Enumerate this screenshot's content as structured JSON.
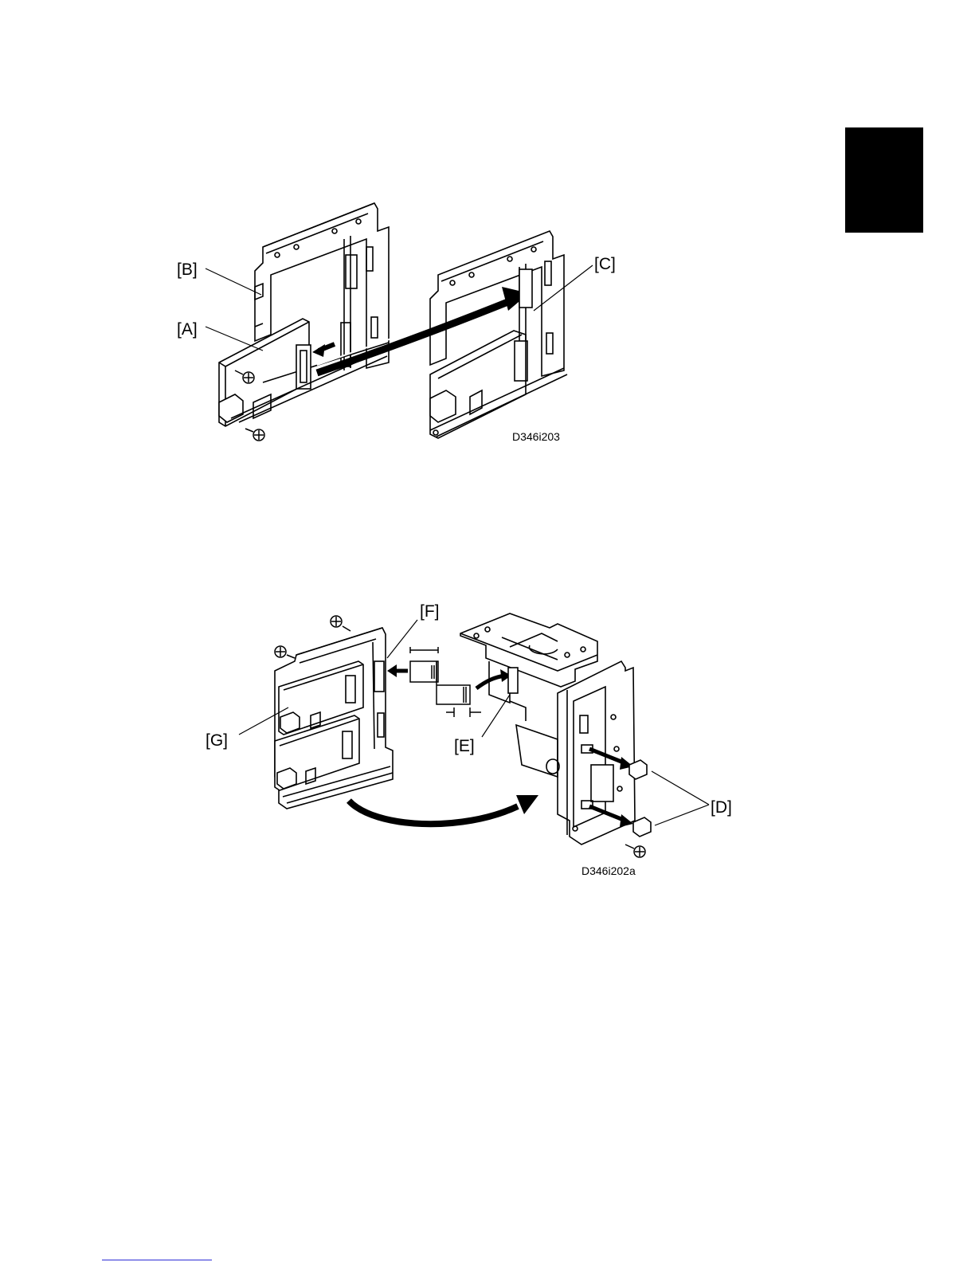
{
  "page": {
    "section_tab_color": "#000000",
    "footer_rule_color": "#2b2bd6"
  },
  "figure_top": {
    "labels": {
      "a": "[A]",
      "b": "[B]",
      "c": "[C]"
    },
    "code": "D346i203"
  },
  "figure_bottom": {
    "labels": {
      "d": "[D]",
      "e": "[E]",
      "f": "[F]",
      "g": "[G]"
    },
    "code": "D346i202a"
  }
}
